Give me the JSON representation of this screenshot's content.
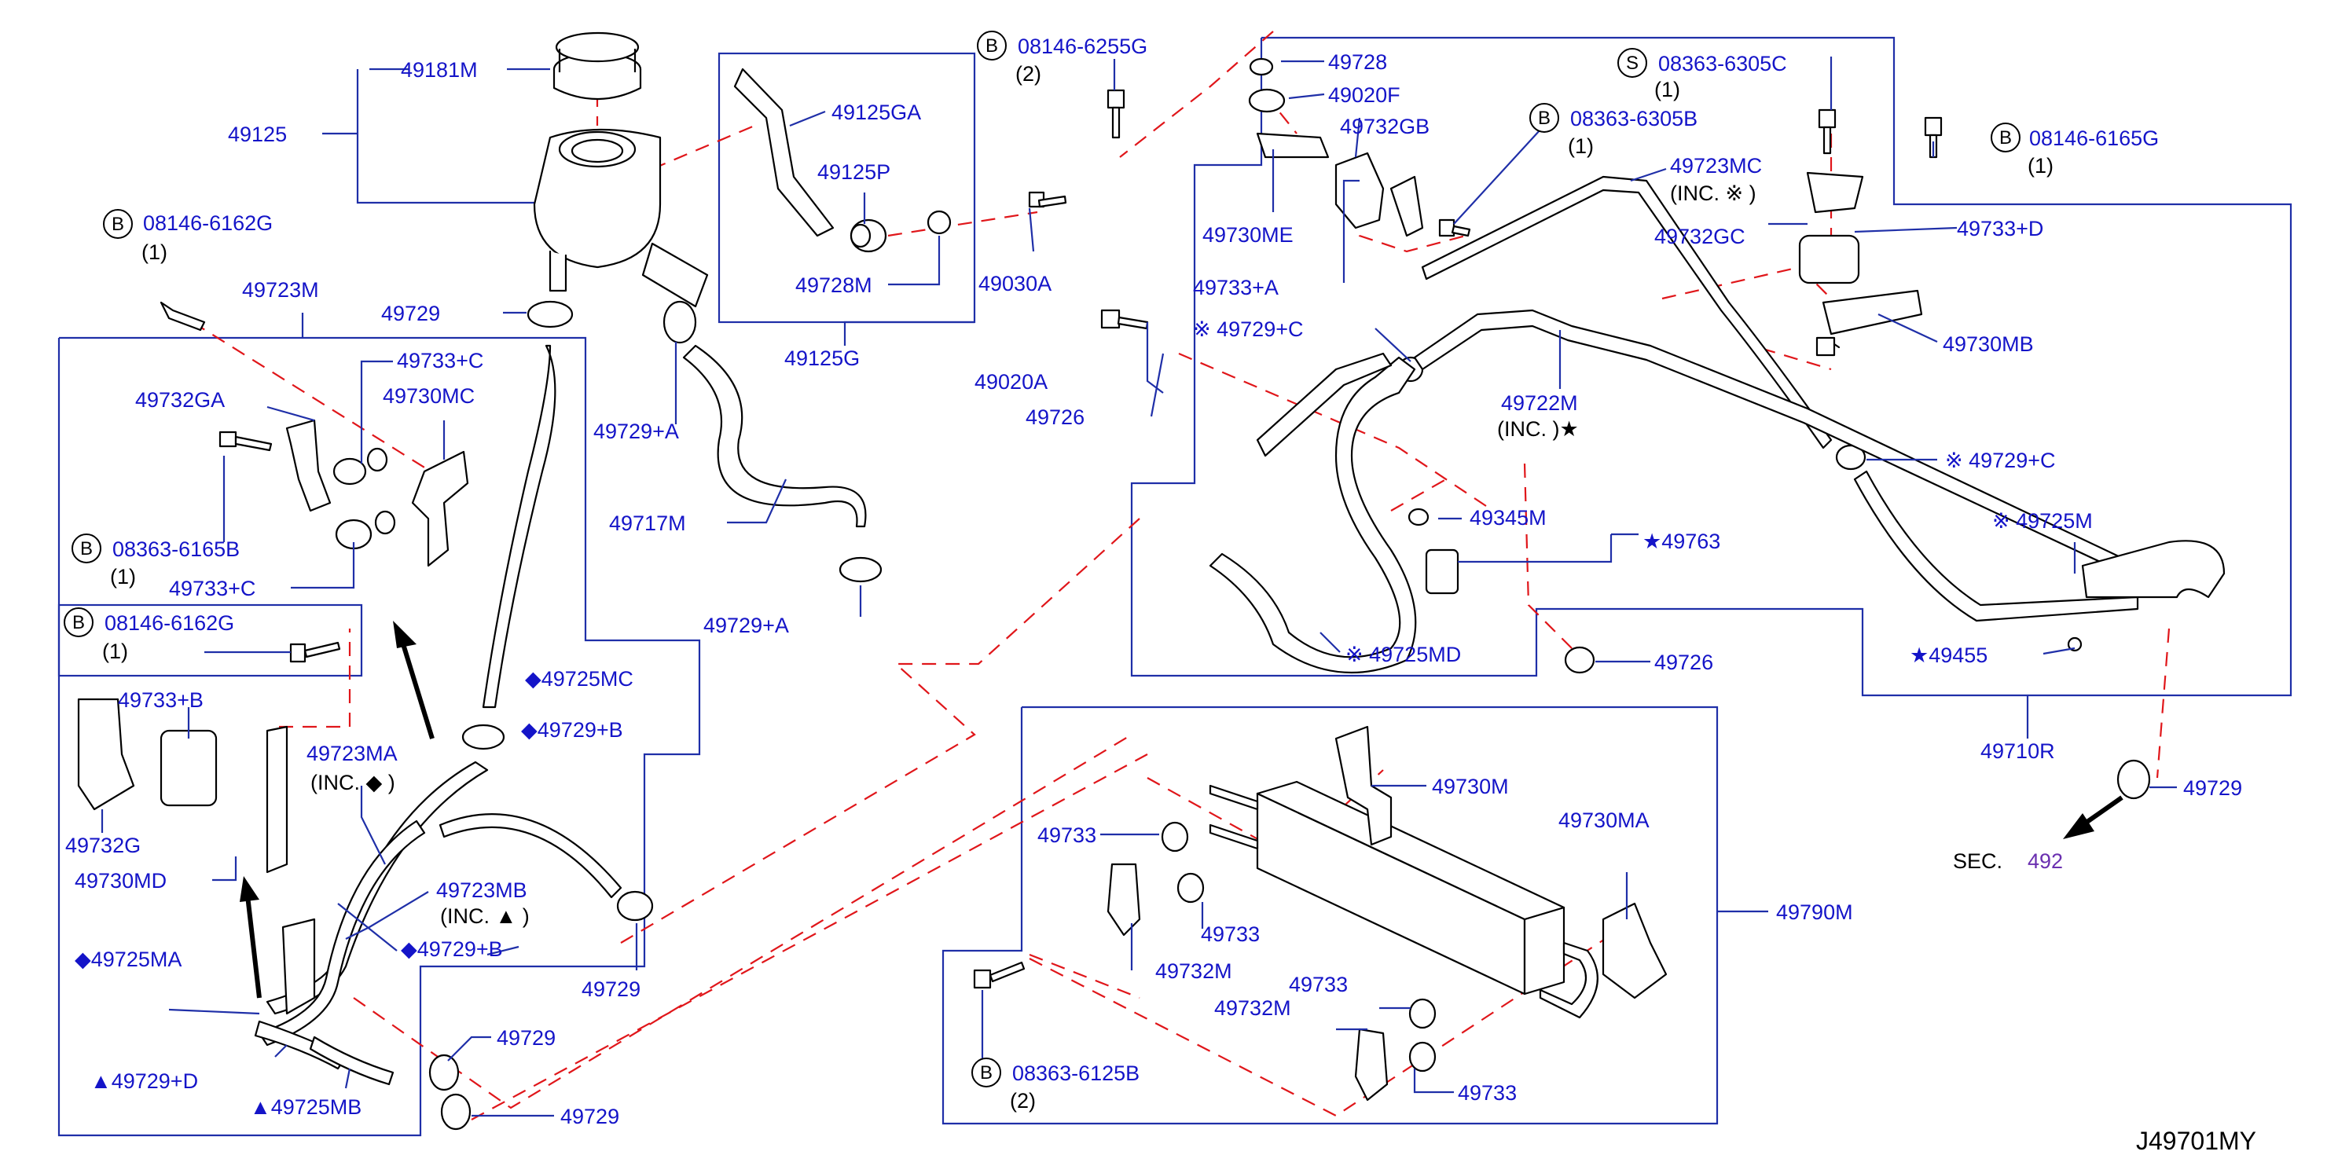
{
  "diagram_code": "J49701MY",
  "colors": {
    "label": "#1414c8",
    "leader": "#1f2fa8",
    "dashed": "#e0161a",
    "outline": "#000000",
    "section": "#6a2fb0"
  },
  "labels": [
    {
      "id": "l1",
      "text": "49181M"
    },
    {
      "id": "l2",
      "text": "49125"
    },
    {
      "id": "l3",
      "text": "08146-6162G"
    },
    {
      "id": "l4",
      "text": "(1)"
    },
    {
      "id": "l5",
      "text": "49723M"
    },
    {
      "id": "l6",
      "text": "49729"
    },
    {
      "id": "l7",
      "text": "49732GA"
    },
    {
      "id": "l8",
      "text": "49733+C"
    },
    {
      "id": "l9",
      "text": "49730MC"
    },
    {
      "id": "l10",
      "text": "08363-6165B"
    },
    {
      "id": "l11",
      "text": "(1)"
    },
    {
      "id": "l12",
      "text": "49733+C"
    },
    {
      "id": "l13",
      "text": "08146-6162G"
    },
    {
      "id": "l14",
      "text": "(1)"
    },
    {
      "id": "l15",
      "text": "49733+B"
    },
    {
      "id": "l16",
      "text": "49723MA"
    },
    {
      "id": "l17",
      "text": "(INC. ◆ )"
    },
    {
      "id": "l18",
      "text": "49732G"
    },
    {
      "id": "l19",
      "text": "49730MD"
    },
    {
      "id": "l20",
      "text": "49723MB"
    },
    {
      "id": "l21",
      "text": "(INC. ▲ )"
    },
    {
      "id": "l22",
      "text": "◆49725MA"
    },
    {
      "id": "l23",
      "text": "◆49729+B"
    },
    {
      "id": "l24",
      "text": "▲49729+D"
    },
    {
      "id": "l25",
      "text": "▲49725MB"
    },
    {
      "id": "l26",
      "text": "◆49725MC"
    },
    {
      "id": "l27",
      "text": "◆49729+B"
    },
    {
      "id": "l28",
      "text": "49729"
    },
    {
      "id": "l29",
      "text": "49729"
    },
    {
      "id": "l30",
      "text": "49729"
    },
    {
      "id": "l31",
      "text": "49717M"
    },
    {
      "id": "l32",
      "text": "49729+A"
    },
    {
      "id": "l33",
      "text": "49729+A"
    },
    {
      "id": "l34",
      "text": "49125GA"
    },
    {
      "id": "l35",
      "text": "49125P"
    },
    {
      "id": "l36",
      "text": "49728M"
    },
    {
      "id": "l37",
      "text": "49030A"
    },
    {
      "id": "l38",
      "text": "49125G"
    },
    {
      "id": "l39",
      "text": "08146-6255G"
    },
    {
      "id": "l40",
      "text": "(2)"
    },
    {
      "id": "l41",
      "text": "49728"
    },
    {
      "id": "l42",
      "text": "49020F"
    },
    {
      "id": "l43",
      "text": "49732GB"
    },
    {
      "id": "l44",
      "text": "49730ME"
    },
    {
      "id": "l45",
      "text": "08363-6305B"
    },
    {
      "id": "l46",
      "text": "(1)"
    },
    {
      "id": "l47",
      "text": "08363-6305C"
    },
    {
      "id": "l48",
      "text": "(1)"
    },
    {
      "id": "l49",
      "text": "49723MC"
    },
    {
      "id": "l50",
      "text": "(INC. ※ )"
    },
    {
      "id": "l51",
      "text": "49732GC"
    },
    {
      "id": "l52",
      "text": "08146-6165G"
    },
    {
      "id": "l53",
      "text": "(1)"
    },
    {
      "id": "l54",
      "text": "49733+D"
    },
    {
      "id": "l55",
      "text": "49730MB"
    },
    {
      "id": "l56",
      "text": "49733+A"
    },
    {
      "id": "l57",
      "text": "※ 49729+C"
    },
    {
      "id": "l58",
      "text": "49020A"
    },
    {
      "id": "l59",
      "text": "49726"
    },
    {
      "id": "l60",
      "text": "49722M"
    },
    {
      "id": "l61",
      "text": "(INC.     )★"
    },
    {
      "id": "l62",
      "text": "※ 49729+C"
    },
    {
      "id": "l63",
      "text": "49345M"
    },
    {
      "id": "l64",
      "text": "★49763"
    },
    {
      "id": "l65",
      "text": "※ 49725M"
    },
    {
      "id": "l66",
      "text": "※ 49725MD"
    },
    {
      "id": "l67",
      "text": "49726"
    },
    {
      "id": "l68",
      "text": "★49455"
    },
    {
      "id": "l69",
      "text": "49710R"
    },
    {
      "id": "l70",
      "text": "49729"
    },
    {
      "id": "l71",
      "text": "SEC."
    },
    {
      "id": "l72",
      "text": "492"
    },
    {
      "id": "l73",
      "text": "49730M"
    },
    {
      "id": "l74",
      "text": "49733"
    },
    {
      "id": "l75",
      "text": "49733"
    },
    {
      "id": "l76",
      "text": "49732M"
    },
    {
      "id": "l77",
      "text": "49730MA"
    },
    {
      "id": "l78",
      "text": "49790M"
    },
    {
      "id": "l79",
      "text": "49733"
    },
    {
      "id": "l80",
      "text": "49732M"
    },
    {
      "id": "l81",
      "text": "49733"
    },
    {
      "id": "l82",
      "text": "08363-6125B"
    },
    {
      "id": "l83",
      "text": "(2)"
    }
  ],
  "callouts": [
    {
      "id": "c1",
      "letter": "B"
    },
    {
      "id": "c2",
      "letter": "B"
    },
    {
      "id": "c3",
      "letter": "B"
    },
    {
      "id": "c4",
      "letter": "B"
    },
    {
      "id": "c5",
      "letter": "B"
    },
    {
      "id": "c6",
      "letter": "S"
    },
    {
      "id": "c7",
      "letter": "B"
    },
    {
      "id": "c8",
      "letter": "B"
    }
  ]
}
